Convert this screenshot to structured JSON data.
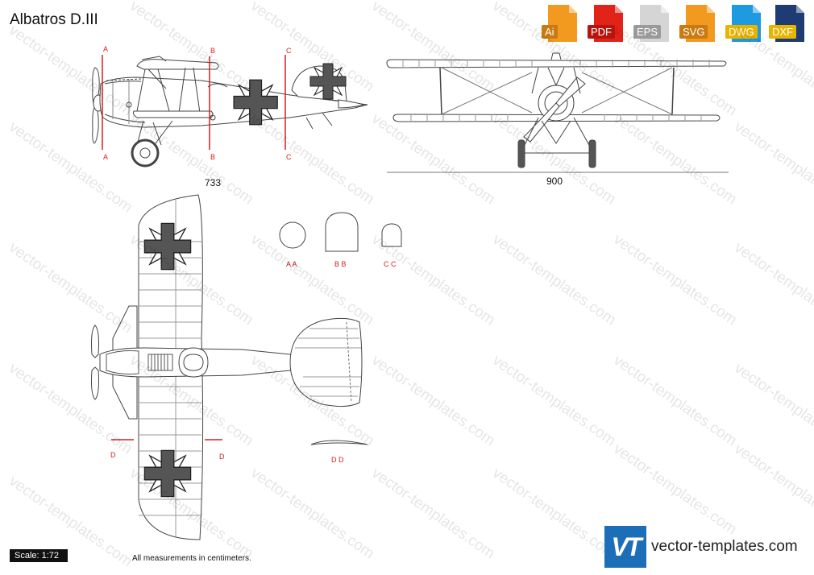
{
  "title": "Albatros D.III",
  "formats": [
    {
      "label": "Ai",
      "color": "#f29a1f"
    },
    {
      "label": "PDF",
      "color": "#e2231a"
    },
    {
      "label": "EPS",
      "color": "#cfcfcf"
    },
    {
      "label": "SVG",
      "color": "#f29a1f"
    },
    {
      "label": "DWG",
      "color": "#1e9ae0"
    },
    {
      "label": "DXF",
      "color": "#1f3b73"
    }
  ],
  "dimensions": {
    "span": "733",
    "length": "900"
  },
  "section_labels": {
    "a": "A",
    "b": "B",
    "c": "C",
    "d": "D",
    "aa": "A A",
    "bb": "B B",
    "cc": "C C",
    "dd": "D D"
  },
  "scale": "Scale: 1:72",
  "note": "All measurements in centimeters.",
  "brand": {
    "logo": "VT",
    "site": "vector-templates.com",
    "watermark": "vector-templates.com",
    "color": "#1c6fb7"
  }
}
